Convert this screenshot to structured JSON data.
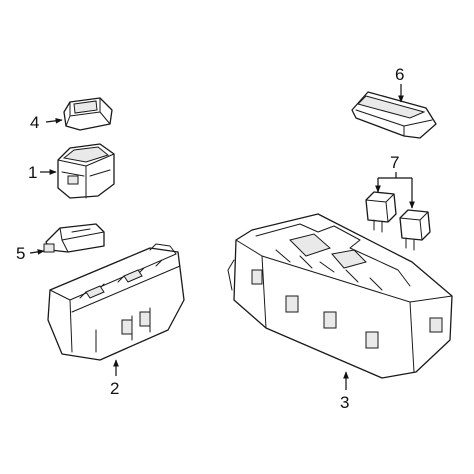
{
  "callouts": [
    {
      "id": "4",
      "label": "4"
    },
    {
      "id": "1",
      "label": "1"
    },
    {
      "id": "5",
      "label": "5"
    },
    {
      "id": "2",
      "label": "2"
    },
    {
      "id": "6",
      "label": "6"
    },
    {
      "id": "7",
      "label": "7"
    },
    {
      "id": "3",
      "label": "3"
    }
  ],
  "colors": {
    "line": "#1a1a1a",
    "background": "#ffffff",
    "shade": "#e9e9e9"
  }
}
